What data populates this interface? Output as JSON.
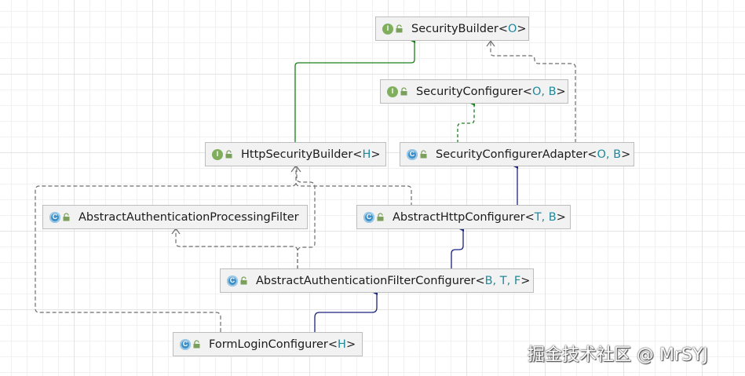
{
  "nodes": {
    "security_builder": {
      "kind": "I",
      "name": "SecurityBuilder<",
      "generics": "O",
      "close": ">"
    },
    "security_configurer": {
      "kind": "I",
      "name": "SecurityConfigurer<",
      "generics": "O, B",
      "close": ">"
    },
    "http_security_builder": {
      "kind": "I",
      "name": "HttpSecurityBuilder<",
      "generics": "H",
      "close": ">"
    },
    "security_configurer_adapter": {
      "kind": "C",
      "name": "SecurityConfigurerAdapter<",
      "generics": "O, B",
      "close": ">"
    },
    "abstract_auth_processing_filter": {
      "kind": "C",
      "name": "AbstractAuthenticationProcessingFilter",
      "generics": "",
      "close": ""
    },
    "abstract_http_configurer": {
      "kind": "C",
      "name": "AbstractHttpConfigurer<",
      "generics": "T, B",
      "close": ">"
    },
    "abstract_auth_filter_configurer": {
      "kind": "C",
      "name": "AbstractAuthenticationFilterConfigurer<",
      "generics": "B, T, F",
      "close": ">"
    },
    "form_login_configurer": {
      "kind": "C",
      "name": "FormLoginConfigurer<",
      "generics": "H",
      "close": ">"
    }
  },
  "watermark": "掘金技术社区 @ MrSYJ",
  "colors": {
    "extends_interface": "#1a7f1a",
    "extends_class": "#1a237e",
    "dependency": "#6e6e6e",
    "generic_param": "#1f8a9c",
    "interface_badge": "#7fae5c",
    "class_badge": "#3e8fc7"
  }
}
